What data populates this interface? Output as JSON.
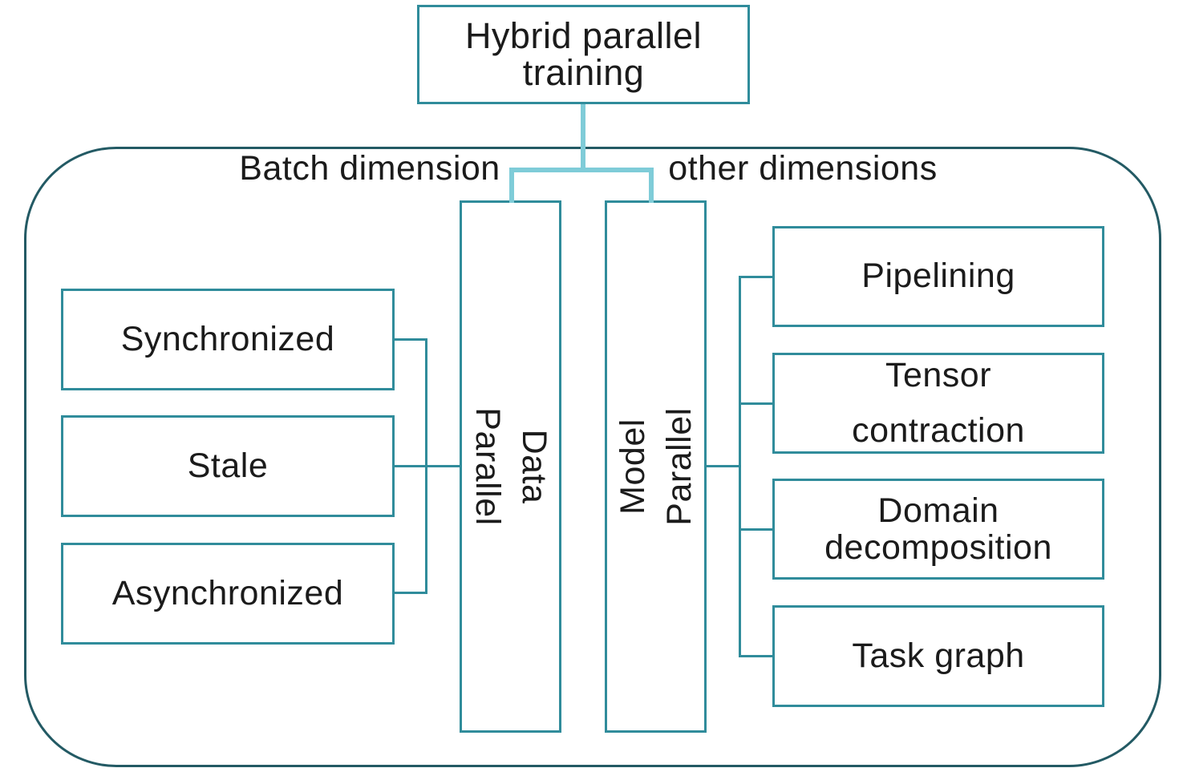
{
  "colors": {
    "box_border": "#308c9b",
    "frame_border": "#235a64",
    "connector_light": "#7fccd8",
    "text": "#1b1b1b"
  },
  "diagram": {
    "root_label": "Hybrid parallel\ntraining",
    "branch_left_label": "Batch dimension",
    "branch_right_label": "other dimensions",
    "data_parallel_label": "Data\nParallel",
    "model_parallel_label": "Model\nParallel",
    "batch_leaves": [
      {
        "label": "Synchronized"
      },
      {
        "label": "Stale"
      },
      {
        "label": "Asynchronized"
      }
    ],
    "other_leaves": [
      {
        "label": "Pipelining"
      },
      {
        "label": "Tensor\ncontraction"
      },
      {
        "label": "Domain\ndecomposition"
      },
      {
        "label": "Task graph"
      }
    ]
  }
}
